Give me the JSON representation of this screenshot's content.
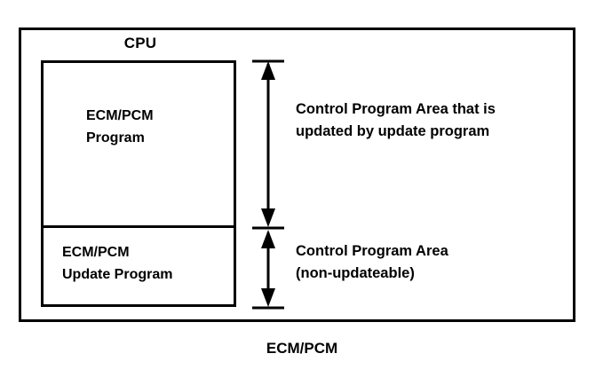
{
  "diagram": {
    "title_label": "CPU",
    "bottom_caption": "ECM/PCM",
    "colors": {
      "stroke": "#000000",
      "background": "#ffffff"
    },
    "memory_box": {
      "upper_section_label": "ECM/PCM\nProgram",
      "lower_section_label": "ECM/PCM\nUpdate Program"
    },
    "annotations": {
      "upper": "Control Program Area that is\nupdated by update program",
      "lower": "Control Program Area\n(non-updateable)"
    },
    "arrows": {
      "upper_span_name": "updateable-region-extent",
      "lower_span_name": "non-updateable-region-extent"
    }
  }
}
